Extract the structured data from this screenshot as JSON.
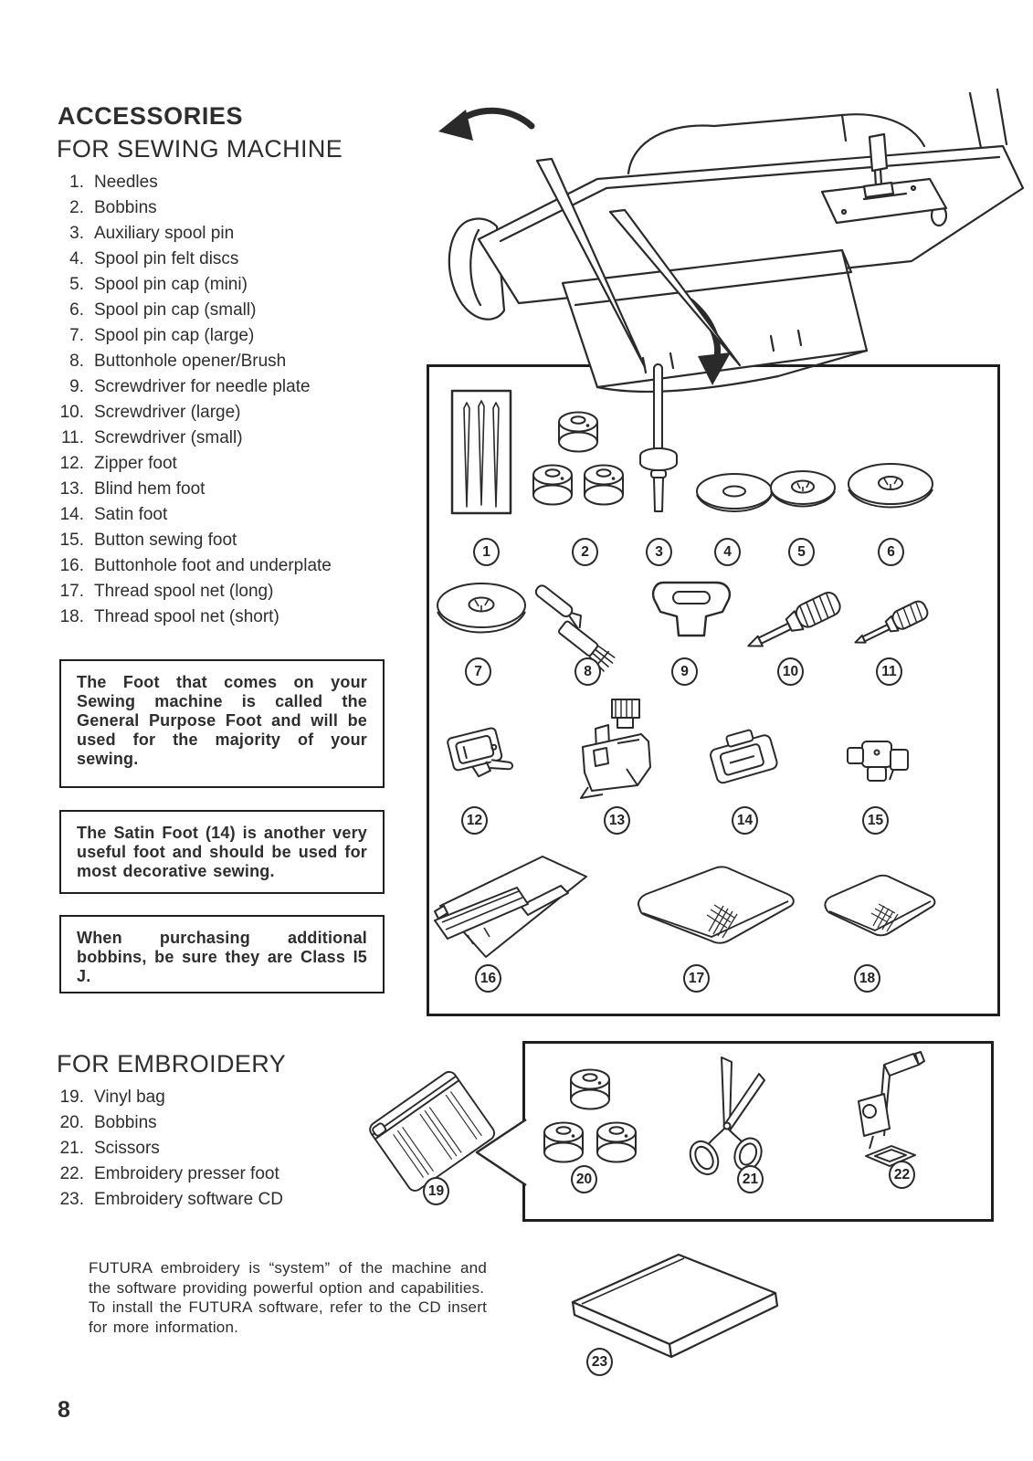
{
  "page": {
    "title": "ACCESSORIES",
    "subtitle": "FOR SEWING MACHINE",
    "embroidery_heading": "FOR EMBROIDERY",
    "page_number": "8"
  },
  "sewing_list": [
    {
      "num": "1.",
      "label": "Needles"
    },
    {
      "num": "2.",
      "label": "Bobbins"
    },
    {
      "num": "3.",
      "label": "Auxiliary spool pin"
    },
    {
      "num": "4.",
      "label": "Spool pin felt discs"
    },
    {
      "num": "5.",
      "label": "Spool pin cap (mini)"
    },
    {
      "num": "6.",
      "label": "Spool pin cap (small)"
    },
    {
      "num": "7.",
      "label": "Spool pin cap (large)"
    },
    {
      "num": "8.",
      "label": "Buttonhole opener/Brush"
    },
    {
      "num": "9.",
      "label": "Screwdriver for needle plate"
    },
    {
      "num": "10.",
      "label": "Screwdriver (large)"
    },
    {
      "num": "11.",
      "label": "Screwdriver (small)"
    },
    {
      "num": "12.",
      "label": "Zipper foot"
    },
    {
      "num": "13.",
      "label": "Blind hem foot"
    },
    {
      "num": "14.",
      "label": "Satin foot"
    },
    {
      "num": "15.",
      "label": "Button sewing foot"
    },
    {
      "num": "16.",
      "label": "Buttonhole foot and underplate"
    },
    {
      "num": "17.",
      "label": "Thread spool net (long)"
    },
    {
      "num": "18.",
      "label": "Thread spool net (short)"
    }
  ],
  "embroidery_list": [
    {
      "num": "19.",
      "label": "Vinyl bag"
    },
    {
      "num": "20.",
      "label": "Bobbins"
    },
    {
      "num": "21.",
      "label": "Scissors"
    },
    {
      "num": "22.",
      "label": "Embroidery presser foot"
    },
    {
      "num": "23.",
      "label": "Embroidery software CD"
    }
  ],
  "notes": [
    "The Foot that comes on your Sewing machine is called the General Purpose Foot and will be used for the majority of your sewing.",
    "The Satin Foot (14) is another very useful foot and should be used for most decorative sewing.",
    "When purchasing additional bobbins, be sure they are Class I5 J."
  ],
  "futura": {
    "para1": "FUTURA embroidery is “system” of the machine and the software providing powerful option and capabilities.",
    "para2": "To install the FUTURA software, refer to the CD insert for more information."
  },
  "badges": {
    "b1": "1",
    "b2": "2",
    "b3": "3",
    "b4": "4",
    "b5": "5",
    "b6": "6",
    "b7": "7",
    "b8": "8",
    "b9": "9",
    "b10": "10",
    "b11": "11",
    "b12": "12",
    "b13": "13",
    "b14": "14",
    "b15": "15",
    "b16": "16",
    "b17": "17",
    "b18": "18",
    "b19": "19",
    "b20": "20",
    "b21": "21",
    "b22": "22",
    "b23": "23"
  },
  "colors": {
    "ink": "#2e2e2e",
    "line": "#2a2a2a",
    "paper": "#ffffff"
  }
}
